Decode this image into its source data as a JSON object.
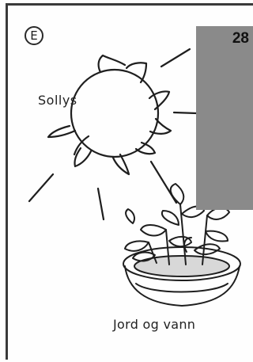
{
  "card": {
    "letter": "E",
    "sun_label": "Sollys",
    "soil_label": "Jord og vann"
  },
  "overlay": {
    "number": "28",
    "color": "#8a8a8a"
  },
  "icons": [
    "sun-icon",
    "plant-pot-icon"
  ]
}
